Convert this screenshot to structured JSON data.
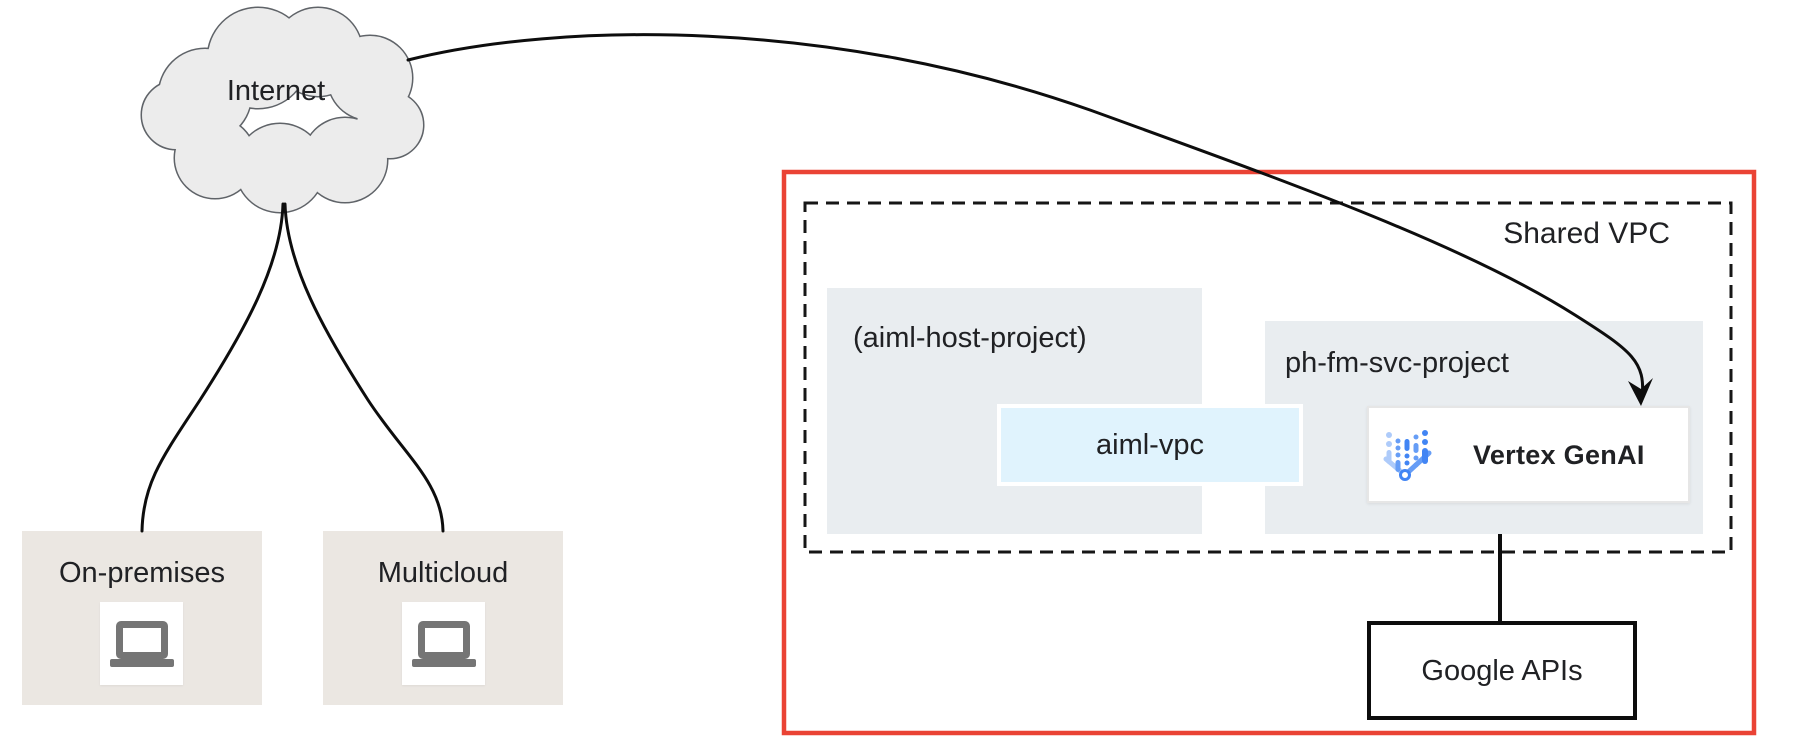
{
  "diagram": {
    "internet": {
      "label": "Internet",
      "shape": "cloud-shape"
    },
    "on_premises": {
      "label": "On-premises",
      "icon": "laptop-icon"
    },
    "multicloud": {
      "label": "Multicloud",
      "icon": "laptop-icon"
    },
    "shared_vpc": {
      "label": "Shared VPC",
      "border_style": "dashed"
    },
    "host_project": {
      "label": "(aiml-host-project)"
    },
    "svc_project": {
      "label": "ph-fm-svc-project"
    },
    "aiml_vpc": {
      "label": "aiml-vpc"
    },
    "vertex_genai": {
      "label": "Vertex GenAI",
      "icon": "vertex-ai-icon"
    },
    "google_apis": {
      "label": "Google APIs"
    },
    "colors": {
      "boundary_red": "#ea4335",
      "project_box_fill": "#e9edf0",
      "vpc_fill": "#e0f3fd",
      "edge_box_fill": "#ebe7e2",
      "cloud_fill": "#ececec",
      "icon_gray": "#757575",
      "connector_black": "#0d0d0d",
      "vertex_blue": "#4285f4"
    }
  }
}
